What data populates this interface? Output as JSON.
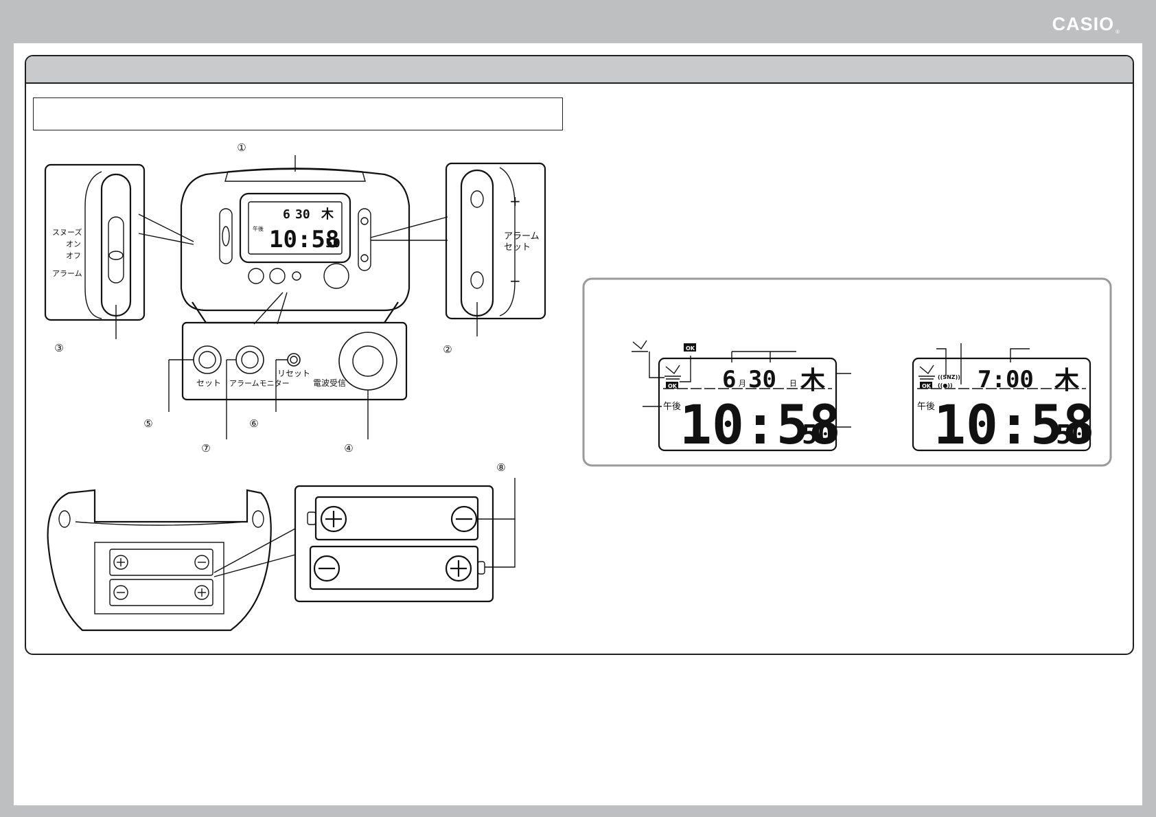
{
  "brand": {
    "logo": "CASIO",
    "registered": "®"
  },
  "callouts": {
    "c1": "①",
    "c2": "②",
    "c3": "③",
    "c4": "④",
    "c5": "⑤",
    "c6": "⑥",
    "c7": "⑦",
    "c8": "⑧"
  },
  "left_switch": {
    "snooze": "スヌーズ",
    "on": "オン",
    "off": "オフ",
    "alarm": "アラーム"
  },
  "right_panel": {
    "plus": "+",
    "alarm_set_1": "アラーム",
    "alarm_set_2": "セット",
    "minus": "−"
  },
  "buttons": {
    "set": "セット",
    "alarm_monitor": "アラームモニター",
    "reset": "リセット",
    "radio": "電波受信"
  },
  "clock_display": {
    "month": "6",
    "month_unit": "月",
    "day": "30",
    "day_unit": "日",
    "weekday": "木",
    "ampm": "午後",
    "time": "10:58",
    "seconds": "50",
    "ok": "OK"
  },
  "alarm_display": {
    "alarm_time": "7:00",
    "snz": "((SNZ))",
    "bell": "((●))",
    "weekday": "木",
    "ampm": "午後",
    "time": "10:58",
    "seconds": "50",
    "ok": "OK"
  },
  "legend_ok": "OK",
  "colors": {
    "background": "#bdbfc1",
    "band": "#c9cacc",
    "frame": "#1f1f1f"
  }
}
